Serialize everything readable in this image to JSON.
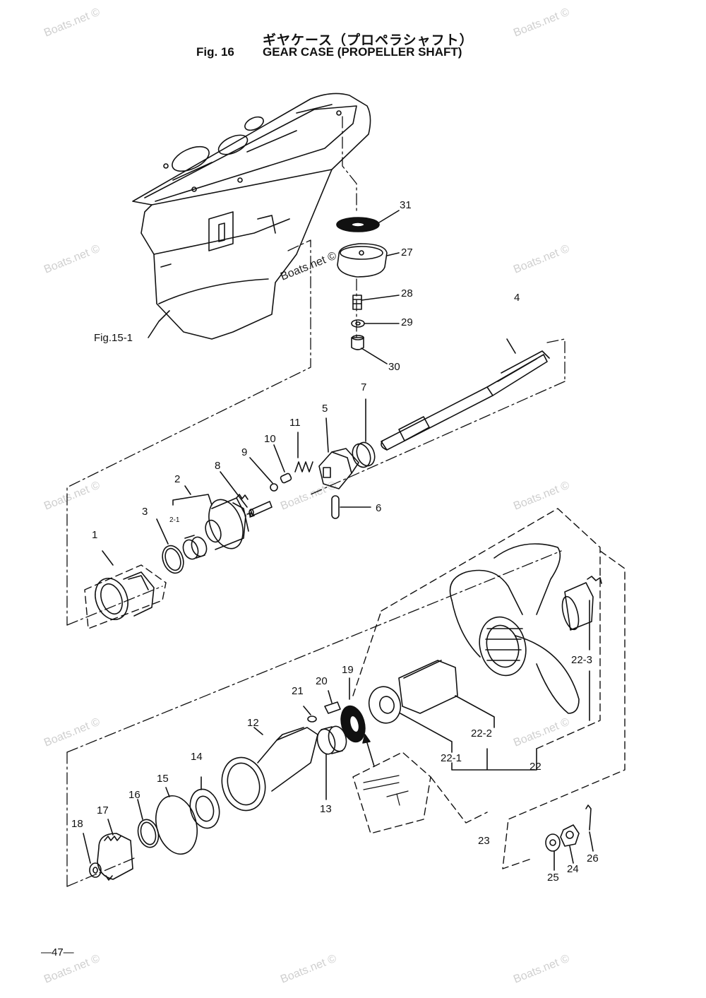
{
  "header": {
    "title_jp": "ギヤケース（プロペラシャフト）",
    "fig_label": "Fig. 16",
    "title_en": "GEAR CASE (PROPELLER SHAFT)"
  },
  "page_number": "—47—",
  "watermark": "Boats.net ©",
  "callouts": {
    "c1": "1",
    "c2": "2",
    "c2_1": "2-1",
    "c3": "3",
    "c4": "4",
    "c5": "5",
    "c6": "6",
    "c7": "7",
    "c8": "8",
    "c9": "9",
    "c10": "10",
    "c11": "11",
    "c12": "12",
    "c13": "13",
    "c14": "14",
    "c15": "15",
    "c16": "16",
    "c17": "17",
    "c18": "18",
    "c19": "19",
    "c20": "20",
    "c21": "21",
    "c22": "22",
    "c22_1": "22-1",
    "c22_2": "22-2",
    "c22_3": "22-3",
    "c23": "23",
    "c24": "24",
    "c25": "25",
    "c26": "26",
    "c27": "27",
    "c28": "28",
    "c29": "29",
    "c30": "30",
    "c31": "31",
    "fig15": "Fig.15-1"
  }
}
